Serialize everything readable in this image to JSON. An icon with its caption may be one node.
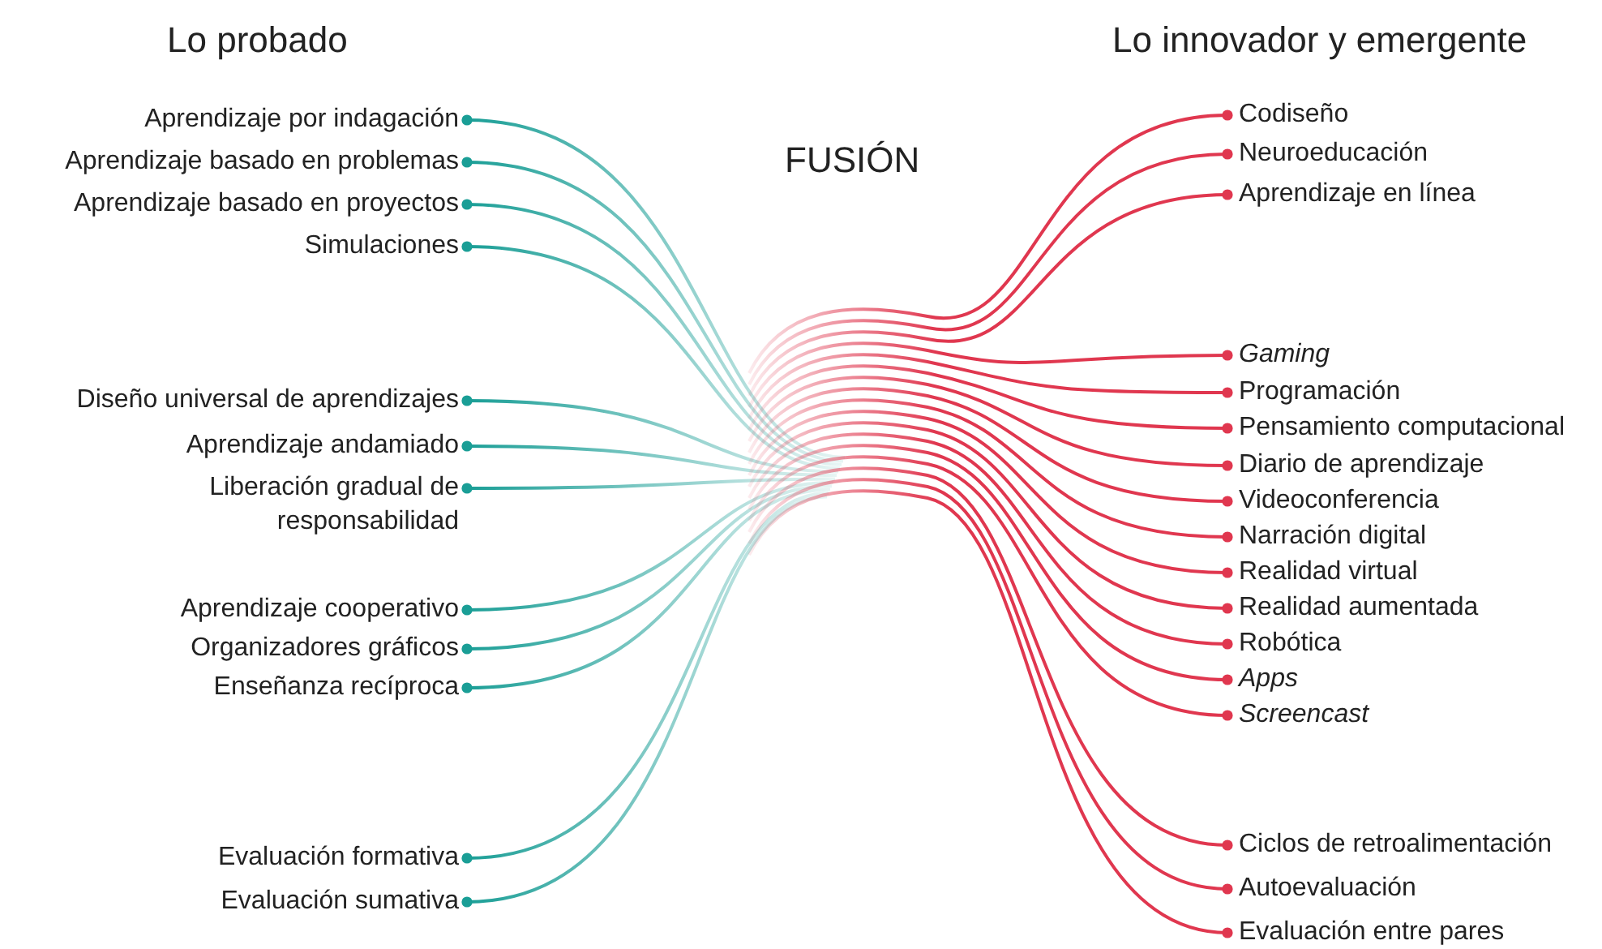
{
  "diagram": {
    "nodes": [
      {
        "text": [
          "Aprendizaje por indagación"
        ]
      },
      {
        "text": [
          "Aprendizaje basado en problemas"
        ]
      },
      {
        "text": [
          "Aprendizaje basado en proyectos"
        ]
      },
      {
        "text": [
          "Simulaciones"
        ]
      },
      {
        "text": [
          "Diseño universal de aprendizajes"
        ]
      },
      {
        "text": [
          "Aprendizaje andamiado"
        ]
      },
      {
        "text": [
          "Liberación gradual de responsabilidad"
        ]
      },
      {
        "text": [
          "Aprendizaje cooperativo"
        ]
      },
      {
        "text": [
          "Organizadores gráficos"
        ]
      },
      {
        "text": [
          "Enseñanza recíproca"
        ]
      },
      {
        "text": [
          "Evaluación formativa"
        ]
      },
      {
        "text": [
          "Evaluación sumativa"
        ]
      },
      {
        "text": [
          "Codiseño"
        ]
      },
      {
        "text": [
          "Neuroeducación"
        ]
      },
      {
        "text": [
          "Aprendizaje en línea"
        ]
      },
      {
        "text": [
          "Gaming"
        ]
      },
      {
        "text": [
          "Programación"
        ]
      },
      {
        "text": [
          "Pensamiento computacional"
        ]
      },
      {
        "text": [
          "Diario de aprendizaje"
        ]
      },
      {
        "text": [
          "Videoconferencia"
        ]
      },
      {
        "text": [
          "Narración digital"
        ]
      },
      {
        "text": [
          "Realidad virtual"
        ]
      },
      {
        "text": [
          "Realidad aumentada"
        ]
      },
      {
        "text": [
          "Robótica"
        ]
      },
      {
        "text": [
          "Apps"
        ]
      },
      {
        "text": [
          "Screencast"
        ]
      },
      {
        "text": [
          "Ciclos de retroalimentación"
        ]
      },
      {
        "text": [
          "Autoevaluación"
        ]
      },
      {
        "text": [
          "Evaluación entre pares"
        ]
      }
    ],
    "edges": [
      {
        "from": 0,
        "to": null,
        "arrow": "other",
        "color": "#1a9e96"
      },
      {
        "from": 1,
        "to": null,
        "arrow": "other",
        "color": "#1a9e96"
      },
      {
        "from": 2,
        "to": null,
        "arrow": "other",
        "color": "#1a9e96"
      },
      {
        "from": 3,
        "to": null,
        "arrow": "other",
        "color": "#1a9e96"
      },
      {
        "from": 4,
        "to": null,
        "arrow": "other",
        "color": "#1a9e96"
      },
      {
        "from": 5,
        "to": null,
        "arrow": "other",
        "color": "#1a9e96"
      },
      {
        "from": 6,
        "to": null,
        "arrow": "other",
        "color": "#1a9e96"
      },
      {
        "from": 7,
        "to": null,
        "arrow": "other",
        "color": "#1a9e96"
      },
      {
        "from": 8,
        "to": null,
        "arrow": "other",
        "color": "#1a9e96"
      },
      {
        "from": 9,
        "to": null,
        "arrow": "other",
        "color": "#1a9e96"
      },
      {
        "from": 10,
        "to": null,
        "arrow": "other",
        "color": "#1a9e96"
      },
      {
        "from": 11,
        "to": null,
        "arrow": "other",
        "color": "#1a9e96"
      },
      {
        "from": null,
        "to": 12,
        "arrow": "other"
      },
      {
        "from": null,
        "to": 13,
        "arrow": "other"
      },
      {
        "from": null,
        "to": 14,
        "arrow": "other"
      },
      {
        "from": null,
        "to": 15,
        "arrow": "other"
      },
      {
        "from": null,
        "to": 16,
        "arrow": "other"
      },
      {
        "from": null,
        "to": 17,
        "arrow": "other"
      },
      {
        "from": null,
        "to": 18,
        "arrow": "other"
      },
      {
        "from": null,
        "to": 19,
        "arrow": "other"
      },
      {
        "from": null,
        "to": 20,
        "arrow": "other"
      },
      {
        "from": null,
        "to": 21,
        "arrow": "other"
      },
      {
        "from": null,
        "to": 22,
        "arrow": "other"
      },
      {
        "from": null,
        "to": 23,
        "arrow": "other"
      },
      {
        "from": null,
        "to": 24,
        "arrow": "other"
      },
      {
        "from": null,
        "to": 25,
        "arrow": "other"
      },
      {
        "from": null,
        "to": 26,
        "arrow": "other"
      },
      {
        "from": null,
        "to": 27,
        "arrow": "other"
      },
      {
        "from": null,
        "to": 28,
        "arrow": "other"
      }
    ],
    "labels": [
      "Lo probado",
      "Lo innovador y emergente",
      "FUSIÓN"
    ]
  }
}
